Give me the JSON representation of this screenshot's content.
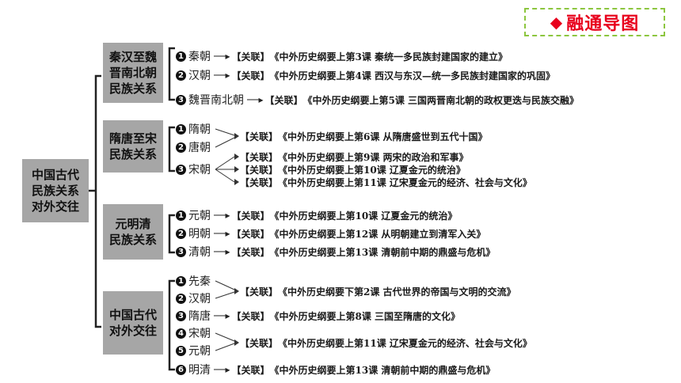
{
  "badge": {
    "icon": "diamond-icon",
    "label": "融通导图",
    "color": "#e8001c",
    "border": "#8cc63f"
  },
  "root": {
    "line1": "中国古代",
    "line2": "民族关系",
    "line3": "对外交往"
  },
  "categories": [
    {
      "lines": [
        "秦汉至魏",
        "晋南北朝",
        "民族关系"
      ],
      "rows": [
        {
          "num": "1",
          "dynasty": "秦朝",
          "tag": "【关联】",
          "text": "《中外历史纲要上第3课  秦统一多民族封建国家的建立》"
        },
        {
          "num": "2",
          "dynasty": "汉朝",
          "tag": "【关联】",
          "text": "《中外历史纲要上第4课  西汉与东汉—统一多民族封建国家的巩固》"
        },
        {
          "num": "3",
          "dynasty": "魏晋南北朝",
          "tag": "【关联】",
          "text": "《中外历史纲要上第5课  三国两晋南北朝的政权更迭与民族交融》"
        }
      ]
    },
    {
      "lines": [
        "隋唐至宋",
        "民族关系"
      ],
      "dynasties": [
        {
          "num": "1",
          "name": "隋朝"
        },
        {
          "num": "2",
          "name": "唐朝"
        },
        {
          "num": "3",
          "name": "宋朝"
        }
      ],
      "links": [
        {
          "tag": "【关联】",
          "text": "《中外历史纲要上第6课  从隋唐盛世到五代十国》"
        },
        {
          "tag": "【关联】",
          "text": "《中外历史纲要上第9课  两宋的政治和军事》"
        },
        {
          "tag": "【关联】",
          "text": "《中外历史纲要上第10课  辽夏金元的统治》"
        },
        {
          "tag": "【关联】",
          "text": "《中外历史纲要上第11课  辽宋夏金元的经济、社会与文化》"
        }
      ]
    },
    {
      "lines": [
        "元明清",
        "民族关系"
      ],
      "rows": [
        {
          "num": "1",
          "dynasty": "元朝",
          "tag": "【关联】",
          "text": "《中外历史纲要上第10课  辽夏金元的统治》"
        },
        {
          "num": "2",
          "dynasty": "明朝",
          "tag": "【关联】",
          "text": "《中外历史纲要上第12课  从明朝建立到清军入关》"
        },
        {
          "num": "3",
          "dynasty": "清朝",
          "tag": "【关联】",
          "text": "《中外历史纲要上第13课  清朝前中期的鼎盛与危机》"
        }
      ]
    },
    {
      "lines": [
        "中国古代",
        "对外交往"
      ],
      "dynasties": [
        {
          "num": "1",
          "name": "先秦"
        },
        {
          "num": "2",
          "name": "汉朝"
        },
        {
          "num": "3",
          "name": "隋唐"
        },
        {
          "num": "4",
          "name": "宋朝"
        },
        {
          "num": "5",
          "name": "元朝"
        },
        {
          "num": "6",
          "name": "明清"
        }
      ],
      "links": [
        {
          "tag": "【关联】",
          "text": "《中外历史纲要下第2课  古代世界的帝国与文明的交流》"
        },
        {
          "tag": "【关联】",
          "text": "《中外历史纲要上第8课  三国至隋唐的文化》"
        },
        {
          "tag": "【关联】",
          "text": "《中外历史纲要上第11课  辽宋夏金元的经济、社会与文化》"
        },
        {
          "tag": "【关联】",
          "text": "《中外历史纲要上第13课  清朝前中期的鼎盛与危机》"
        }
      ]
    }
  ]
}
